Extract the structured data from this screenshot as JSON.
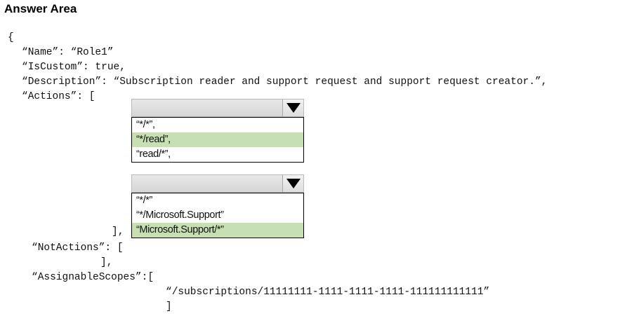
{
  "title": "Answer Area",
  "code": {
    "line_open_brace": "{",
    "line_name": "“Name”: “Role1”",
    "line_iscustom": "“IsCustom”: true,",
    "line_description": "“Description”: “Subscription reader and support request and support request creator.”,",
    "line_actions": "“Actions”: [",
    "line_actions_close": "],",
    "line_notactions": "“NotActions”: [",
    "line_notactions_close": "],",
    "line_scopes": "“AssignableScopes”:[",
    "line_scope_value": "“/subscriptions/11111111-1111-1111-1111-111111111111”",
    "line_scopes_close": "]"
  },
  "dropdown1": {
    "selected_value": "",
    "icon": "dropdown-arrow-icon",
    "options": [
      "“*/*”,",
      "“*/read”,",
      "“read/*”,"
    ],
    "highlighted_index": 1
  },
  "dropdown2": {
    "selected_value": "",
    "icon": "dropdown-arrow-icon",
    "options": [
      "“*/*”",
      "“*/Microsoft.Support”",
      "“Microsoft.Support/*”"
    ],
    "highlighted_index": 2
  },
  "colors": {
    "highlight": "#c6e0b4",
    "dropdown_header": "#dcdcdc",
    "text": "#111111"
  }
}
